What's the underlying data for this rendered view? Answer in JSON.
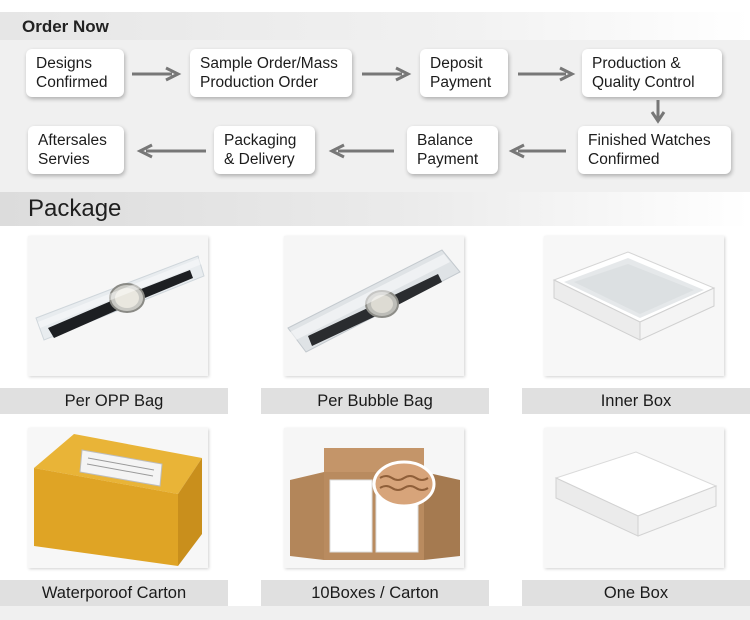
{
  "order": {
    "title": "Order Now",
    "steps": [
      "Designs\nConfirmed",
      "Sample Order/Mass\nProduction Order",
      "Deposit\nPayment",
      "Production &\nQuality Control",
      "Finished Watches\nConfirmed",
      "Balance\nPayment",
      "Packaging\n& Delivery",
      "Aftersales\nServies"
    ]
  },
  "package": {
    "title": "Package",
    "items": [
      "Per OPP Bag",
      "Per Bubble Bag",
      "Inner Box",
      "Waterporoof Carton",
      "10Boxes / Carton",
      "One Box"
    ]
  },
  "colors": {
    "arrow": "#777777",
    "label_bg": "#e0e0e0",
    "panel_bg": "#f0f0f0"
  }
}
